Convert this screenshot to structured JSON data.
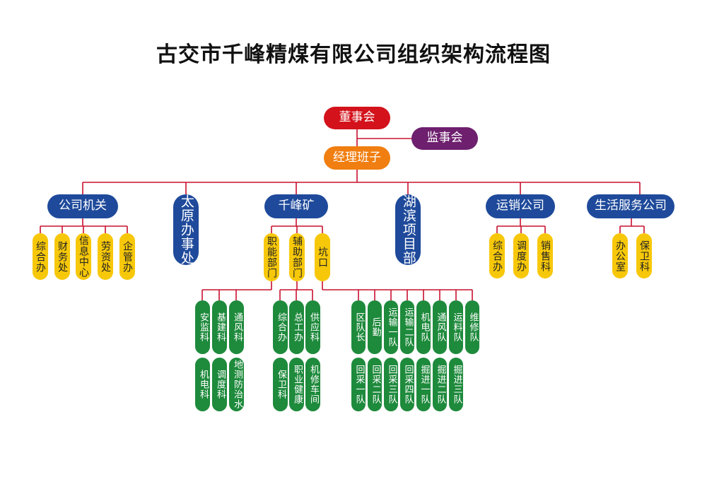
{
  "title": "古交市千峰精煤有限公司组织架构流程图",
  "colors": {
    "line": "#c8102e",
    "board": "#d3121b",
    "supervisory": "#6e1f6e",
    "management": "#f07e10",
    "division": "#1f4a9b",
    "office": "#f7c80a",
    "team": "#1e8a3c"
  },
  "top": {
    "board": "董事会",
    "supervisory": "监事会",
    "management": "经理班子"
  },
  "divisions": [
    {
      "key": "hq",
      "label": "公司机关",
      "units": [
        "综合办",
        "财务处",
        "信息中心",
        "劳资处",
        "企管办"
      ]
    },
    {
      "key": "taiyuan",
      "label": "太原办事处"
    },
    {
      "key": "mine",
      "label": "千峰矿",
      "units": [
        "职能部门",
        "辅助部门",
        "坑口"
      ]
    },
    {
      "key": "hubin",
      "label": "湖滨项目部"
    },
    {
      "key": "sales",
      "label": "运销公司",
      "units": [
        "综合办",
        "调度办",
        "销售科"
      ]
    },
    {
      "key": "service",
      "label": "生活服务公司",
      "units": [
        "办公室",
        "保卫科"
      ]
    }
  ],
  "mine_groups": {
    "functional": {
      "top": [
        "安监科",
        "基建科",
        "通风科"
      ],
      "bottom": [
        "机电科",
        "调度科",
        "地测防治水"
      ]
    },
    "auxiliary": {
      "top": [
        "综合办",
        "总工办",
        "供应科"
      ],
      "bottom": [
        "保卫科",
        "职业健康",
        "机修车间"
      ]
    },
    "pit": {
      "top": [
        "区队长",
        "后勤",
        "运输一队",
        "运输二队",
        "机电队",
        "通风队",
        "运料队",
        "维修队"
      ],
      "bottom": [
        "回采一队",
        "回采二队",
        "回采三队",
        "回采四队",
        "掘进一队",
        "掘进二队",
        "掘进三队"
      ]
    }
  }
}
